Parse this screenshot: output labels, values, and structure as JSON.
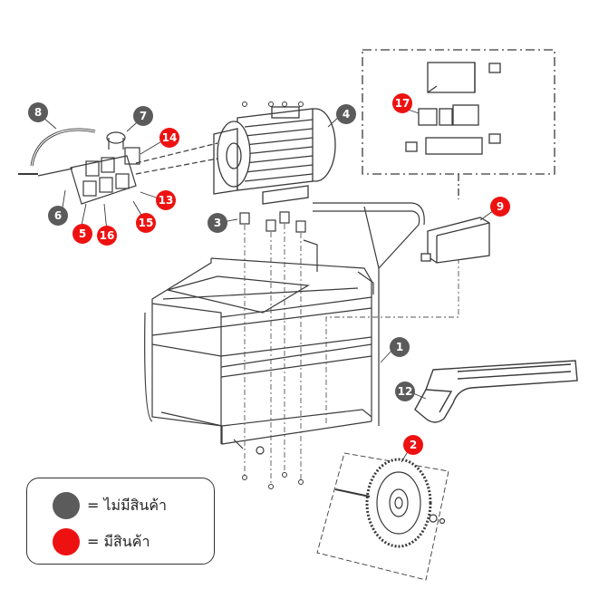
{
  "colors": {
    "unavailable": "#5b5b5b",
    "available": "#ee1111",
    "line": "#3a3a3a"
  },
  "parts": [
    {
      "id": "1",
      "status": "unavailable"
    },
    {
      "id": "2",
      "status": "available"
    },
    {
      "id": "3",
      "status": "unavailable"
    },
    {
      "id": "4",
      "status": "unavailable"
    },
    {
      "id": "5",
      "status": "available"
    },
    {
      "id": "6",
      "status": "unavailable"
    },
    {
      "id": "7",
      "status": "unavailable"
    },
    {
      "id": "8",
      "status": "unavailable"
    },
    {
      "id": "9",
      "status": "available"
    },
    {
      "id": "12",
      "status": "unavailable"
    },
    {
      "id": "13",
      "status": "available"
    },
    {
      "id": "14",
      "status": "available"
    },
    {
      "id": "15",
      "status": "available"
    },
    {
      "id": "16",
      "status": "available"
    },
    {
      "id": "17",
      "status": "available"
    }
  ],
  "legend": {
    "unavailable_label": "= ไม่มีสินค้า",
    "available_label": "= มีสินค้า"
  }
}
